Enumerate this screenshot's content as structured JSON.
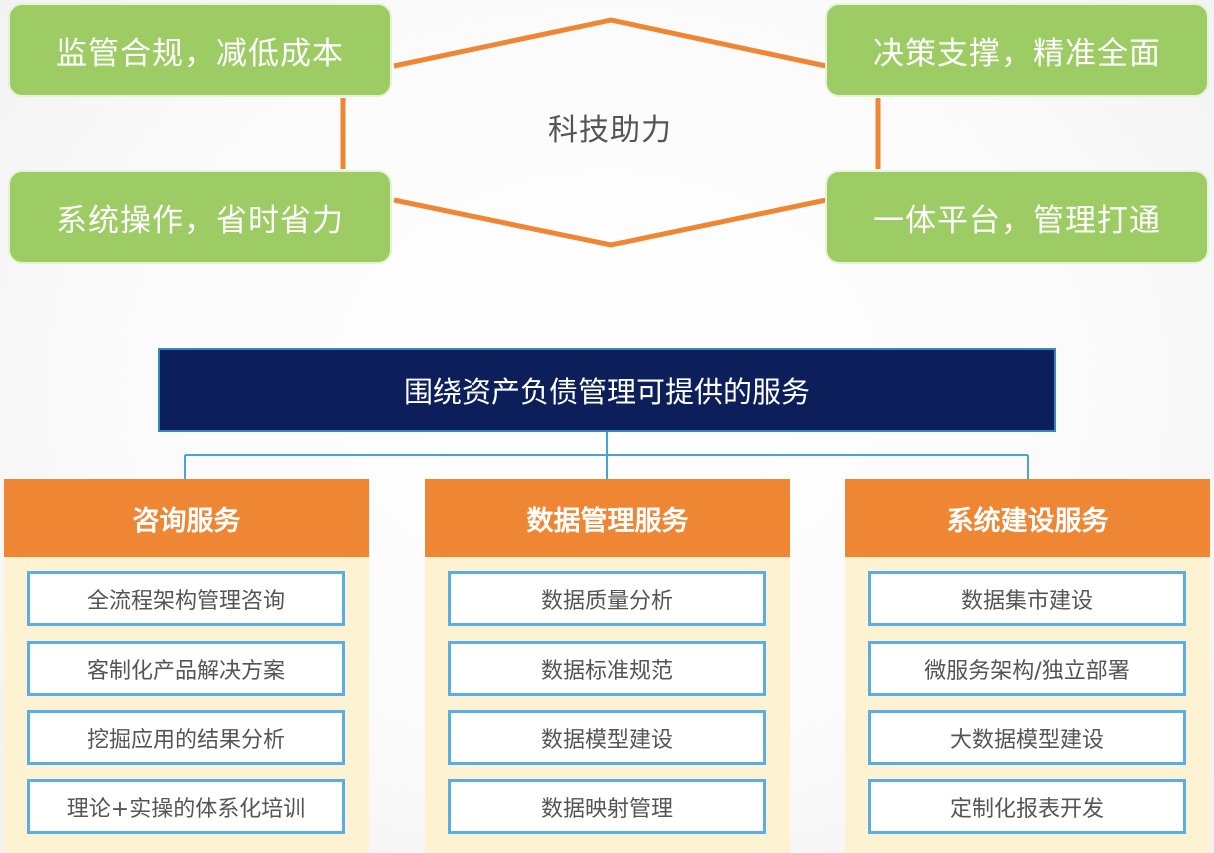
{
  "top": {
    "center_label": "科技助力",
    "benefits": [
      {
        "label": "监管合规，减低成本"
      },
      {
        "label": "决策支撑，精准全面"
      },
      {
        "label": "系统操作，省时省力"
      },
      {
        "label": "一体平台，管理打通"
      }
    ]
  },
  "services": {
    "title": "围绕资产负债管理可提供的服务",
    "columns": [
      {
        "header": "咨询服务",
        "items": [
          "全流程架构管理咨询",
          "客制化产品解决方案",
          "挖掘应用的结果分析",
          "理论+实操的体系化培训"
        ]
      },
      {
        "header": "数据管理服务",
        "items": [
          "数据质量分析",
          "数据标准规范",
          "数据模型建设",
          "数据映射管理"
        ]
      },
      {
        "header": "系统建设服务",
        "items": [
          "数据集市建设",
          "微服务架构/独立部署",
          "大数据模型建设",
          "定制化报表开发"
        ]
      }
    ]
  },
  "colors": {
    "green": "#9ccc63",
    "orange": "#ef8633",
    "navy": "#0c1f5a",
    "item_border": "#5aaee8",
    "column_bg": "#fdf2d2"
  }
}
